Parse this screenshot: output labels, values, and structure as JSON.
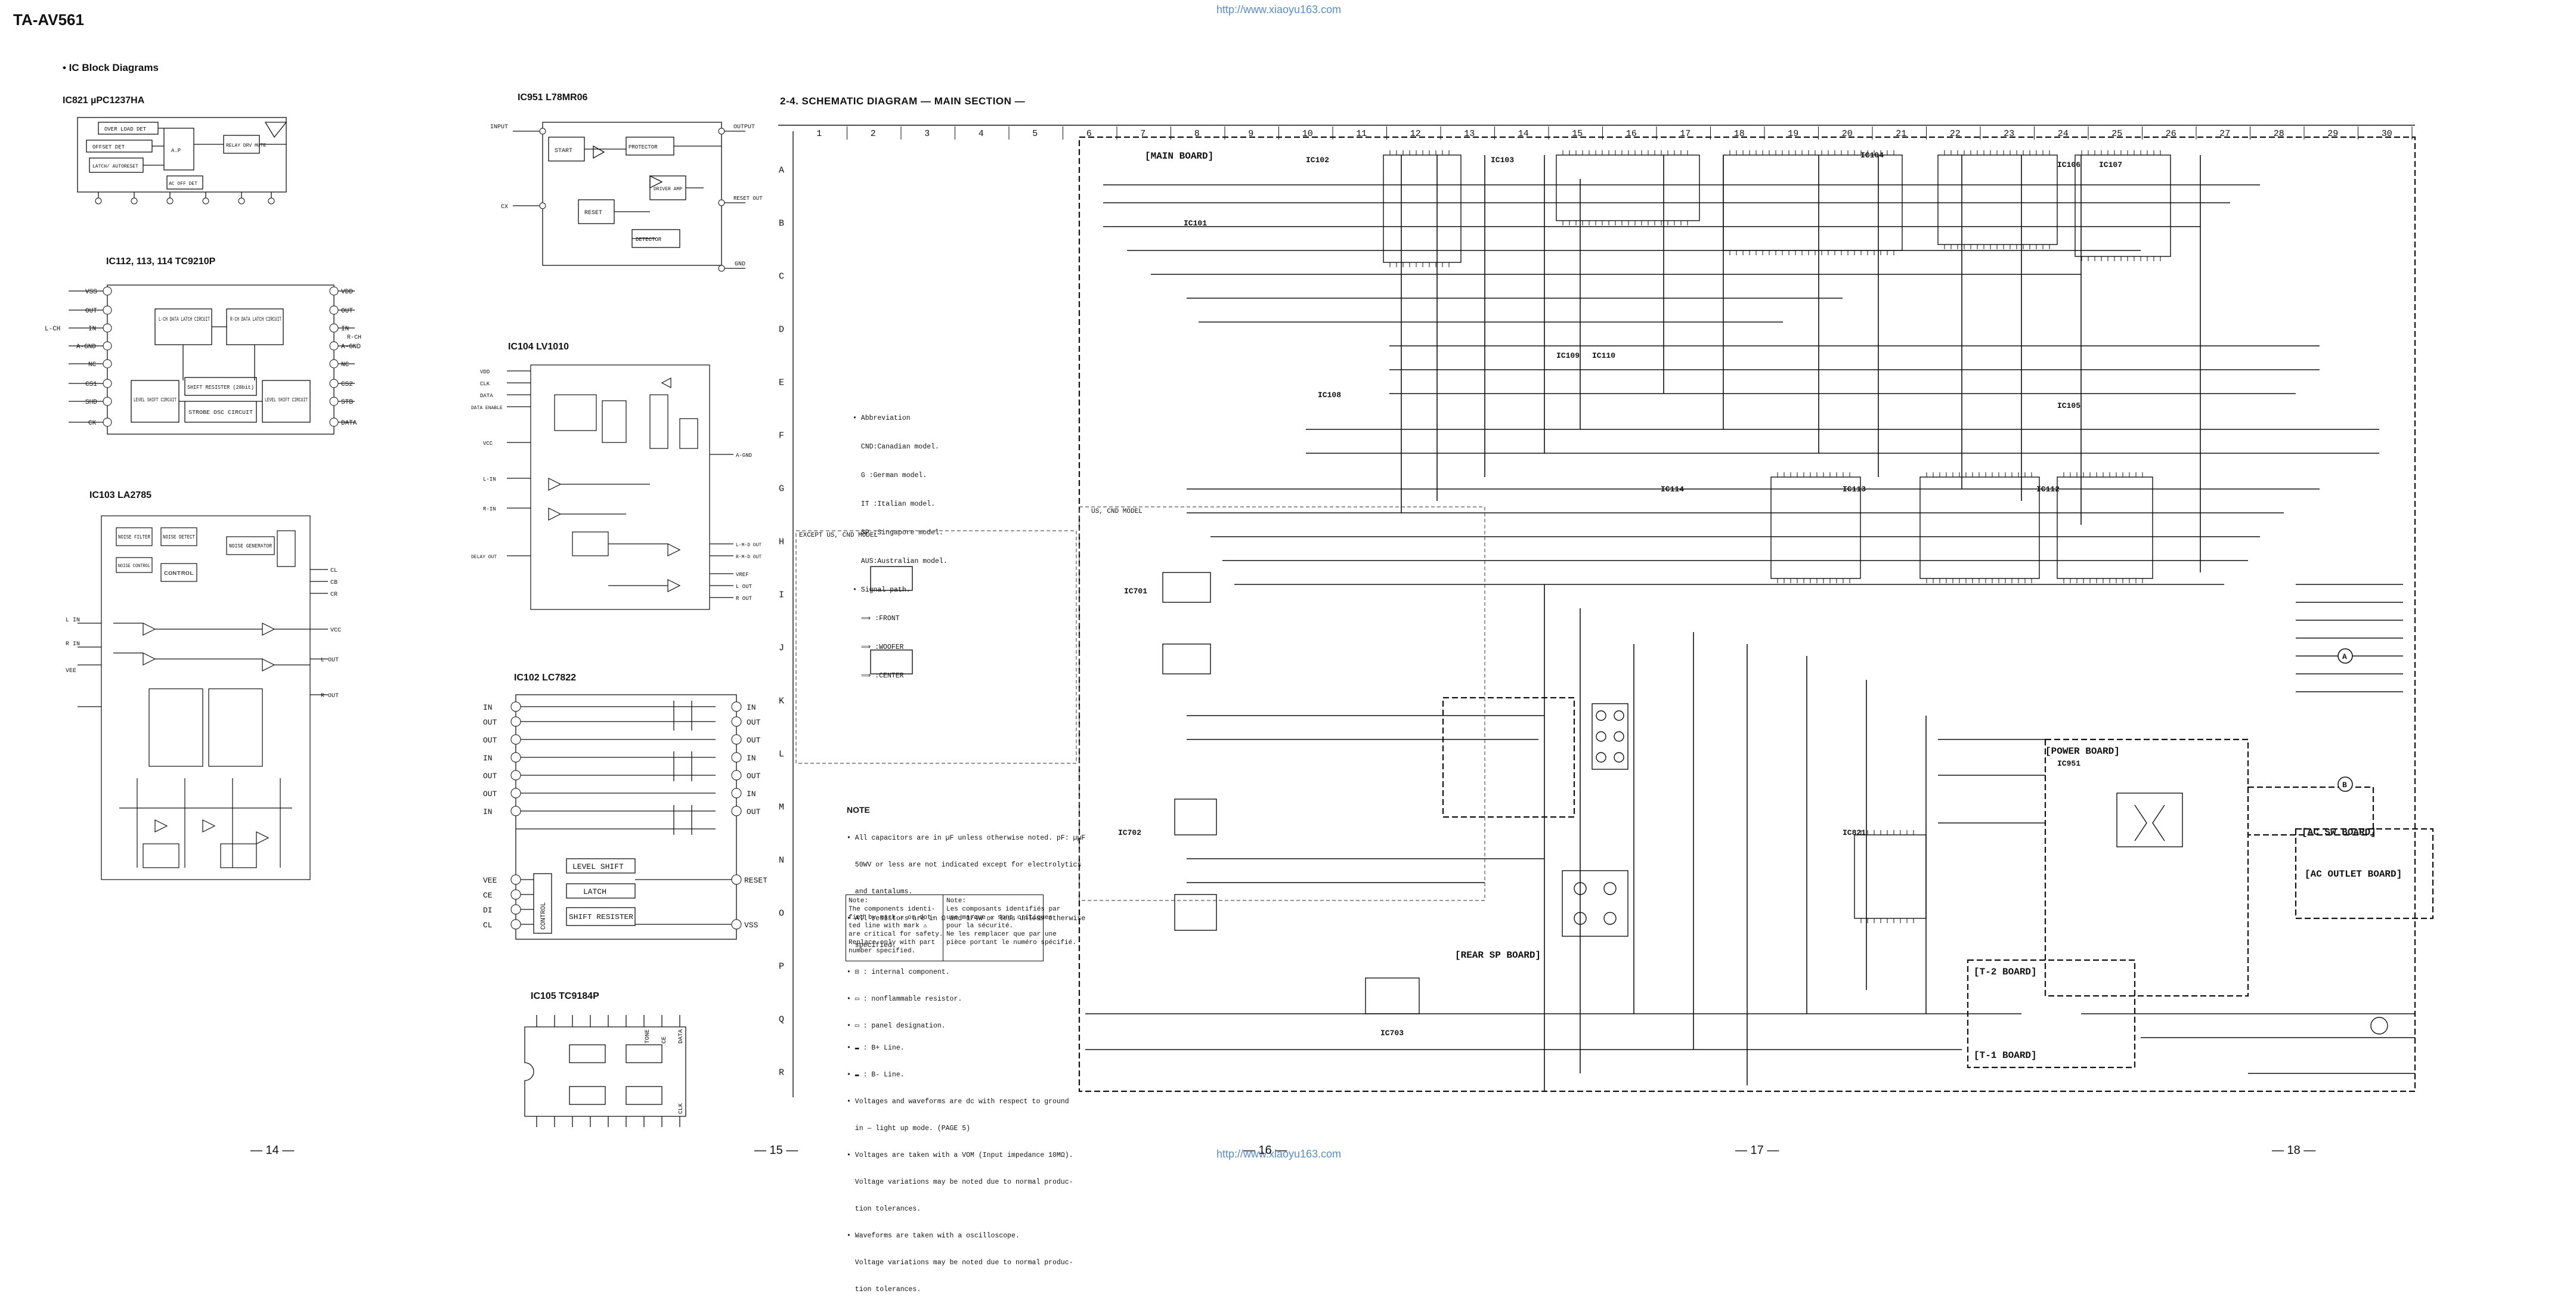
{
  "page": {
    "model": "TA-AV561",
    "site_top": "http://www.xiaoyu163.com",
    "site_bottom": "http://www.xiaoyu163.com",
    "section_label": "• IC Block Diagrams",
    "page_numbers": [
      "— 14 —",
      "— 15 —",
      "— 16 —",
      "— 17 —",
      "— 18 —"
    ]
  },
  "ic_blocks": [
    {
      "title": "IC821  µPC1237HA",
      "blocks": [
        "OVER LOAD DET",
        "OFFSET DET",
        "A.P",
        "RELAY DRV MUTE",
        "LATCH/ AUTORESET",
        "AC OFF DET"
      ]
    },
    {
      "title": "IC112, 113, 114  TC9210P",
      "blocks": [
        "L-CH DATA LATCH CIRCUIT",
        "R-CH DATA LATCH CIRCUIT",
        "LEVEL SHIFT CIRCUIT",
        "SHIFT RESISTER (28bit)",
        "STROBE DSC CIRCUIT",
        "LEVEL SHIFT CIRCUIT"
      ],
      "pins_left": [
        "VSS",
        "OUT",
        "IN",
        "A-GND",
        "NC",
        "CS1",
        "SHD",
        "CK"
      ],
      "pins_right": [
        "VDD",
        "OUT",
        "IN",
        "A-GND",
        "NC",
        "CS2",
        "STB",
        "DATA"
      ],
      "side_left": "L-CH",
      "side_right": "R-CH"
    },
    {
      "title": "IC103  LA2785",
      "blocks": [
        "NOISE FILTER",
        "NOISE DETECT",
        "NOISE GENERATOR",
        "CONTROL",
        "NOISE CONTROL"
      ],
      "pins_left": [
        "L IN",
        "R IN",
        "VEE"
      ],
      "pins_right": [
        "CL",
        "CB",
        "CR",
        "VCC",
        "L OUT",
        "R OUT"
      ]
    },
    {
      "title": "IC951  L78MR06",
      "blocks": [
        "START",
        "PROTECTOR",
        "DRIVER AMP",
        "RESET",
        "DETECTOR"
      ],
      "pins_left": [
        "INPUT",
        "CX"
      ],
      "pins_right": [
        "OUTPUT",
        "RESET OUT",
        "GND"
      ]
    },
    {
      "title": "IC104  LV1010",
      "pins_left": [
        "VDD",
        "CLK",
        "DATA",
        "DATA ENABLE",
        "VCC",
        "L-IN",
        "R-IN",
        "DELAY OUT"
      ],
      "pins_right": [
        "A-GND",
        "L-M-D OUT",
        "R-M-D OUT",
        "VREF",
        "L OUT",
        "R OUT"
      ]
    },
    {
      "title": "IC102  LC7822",
      "pins_left": [
        "IN",
        "OUT",
        "OUT",
        "IN",
        "OUT",
        "OUT",
        "IN",
        "VEE",
        "CE",
        "DI",
        "CL"
      ],
      "pins_right": [
        "IN",
        "OUT",
        "OUT",
        "IN",
        "OUT",
        "IN",
        "OUT",
        "RESET",
        "VSS"
      ],
      "blocks": [
        "LEVEL SHIFT",
        "LATCH",
        "SHIFT RESISTER",
        "CONTROL"
      ]
    },
    {
      "title": "IC105  TC9184P",
      "pins_top": [
        "TONE",
        "CE",
        "DATA"
      ],
      "pins_bottom": [
        "CLK"
      ]
    }
  ],
  "schematic": {
    "title": "2-4.  SCHEMATIC DIAGRAM — MAIN SECTION —",
    "columns": [
      "1",
      "2",
      "3",
      "4",
      "5",
      "6",
      "7",
      "8",
      "9",
      "10",
      "11",
      "12",
      "13",
      "14",
      "15",
      "16",
      "17",
      "18",
      "19",
      "20",
      "21",
      "22",
      "23",
      "24",
      "25",
      "26",
      "27",
      "28",
      "29",
      "30"
    ],
    "rows": [
      "A",
      "B",
      "C",
      "D",
      "E",
      "F",
      "G",
      "H",
      "I",
      "J",
      "K",
      "L",
      "M",
      "N",
      "O",
      "P",
      "Q",
      "R"
    ],
    "boards": [
      "[MAIN BOARD]",
      "[REAR SP BOARD]",
      "[POWER BOARD]",
      "[AC SW BOARD]",
      "[AC OUTLET BOARD]",
      "[T-1 BOARD]",
      "[T-2 BOARD]"
    ],
    "ic_labels": [
      "IC101",
      "IC102",
      "IC103",
      "IC104",
      "IC105",
      "IC106",
      "IC107",
      "IC108",
      "IC109",
      "IC110",
      "IC112",
      "IC113",
      "IC114",
      "IC701",
      "IC702",
      "IC703",
      "IC821",
      "IC951"
    ],
    "region_labels": [
      "EXCEPT US, CND MODEL",
      "US, CND MODEL"
    ],
    "abbreviations": [
      "• Abbreviation",
      "  CND:Canadian model.",
      "  G :German model.",
      "  IT :Italian model.",
      "  SP :Singapore model.",
      "  AUS:Australian model.",
      "• Signal path.",
      "  ⟹ :FRONT",
      "  ⟹ :WOOFER",
      "  ⟹ :CENTER"
    ],
    "note_title": "NOTE",
    "note_lines": [
      "• All capacitors are in µF unless otherwise noted. pF: µµF",
      "  50WV or less are not indicated except for electrolytics",
      "  and tantalums.",
      "• All resistors are in Ω and 1/4W or less unless otherwise",
      "  specified.",
      "• ⊡ : internal component.",
      "• ▭ : nonflammable resistor.",
      "• ▭ : panel designation."
    ],
    "note_box_left": "Note:\nThe components identi-\nfied by mark ⚠ or dot-\nted line with mark ⚠\nare critical for safety.\nReplace only with part\nnumber specified.",
    "note_box_right": "Note:\nLes composants identifiés par\nune marque ⚠ sont critiques\npour la sécurité.\nNe les remplacer que par une\npièce portant le numéro spécifié.",
    "note_lines2": [
      "• ▬ : B+ Line.",
      "• ▬ : B- Line.",
      "• Voltages and waveforms are dc with respect to ground",
      "  in — light up mode. (PAGE 5)",
      "• Voltages are taken with a VOM (Input impedance 10MΩ).",
      "  Voltage variations may be noted due to normal produc-",
      "  tion tolerances.",
      "• Waveforms are taken with a oscilloscope.",
      "  Voltage variations may be noted due to normal produc-",
      "  tion tolerances."
    ],
    "connectors": [
      "A",
      "B"
    ]
  },
  "colors": {
    "ink": "#111111",
    "link": "#5a8cc8",
    "paper": "#ffffff"
  }
}
